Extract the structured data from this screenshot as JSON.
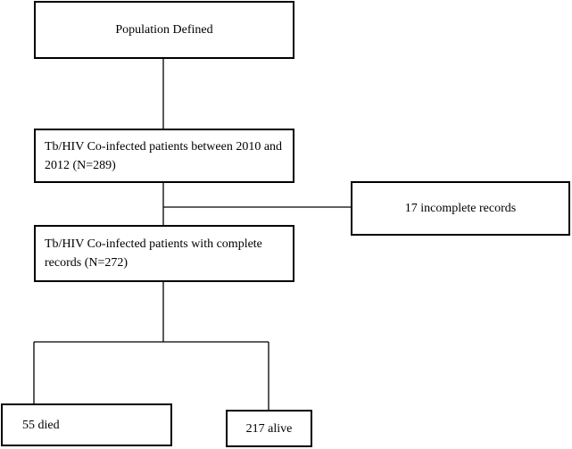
{
  "diagram": {
    "type": "flowchart",
    "line_color": "#000000",
    "box_border_color": "#000000",
    "background_color": "#ffffff",
    "boxes": {
      "population": "Population Defined",
      "coinfected": "Tb/HIV Co-infected patients between 2010 and\n2012 (N=289)",
      "incomplete": "17 incomplete records",
      "complete": "Tb/HIV Co-infected patients with complete\nrecords (N=272)",
      "died": "55 died",
      "alive": "217 alive"
    }
  }
}
